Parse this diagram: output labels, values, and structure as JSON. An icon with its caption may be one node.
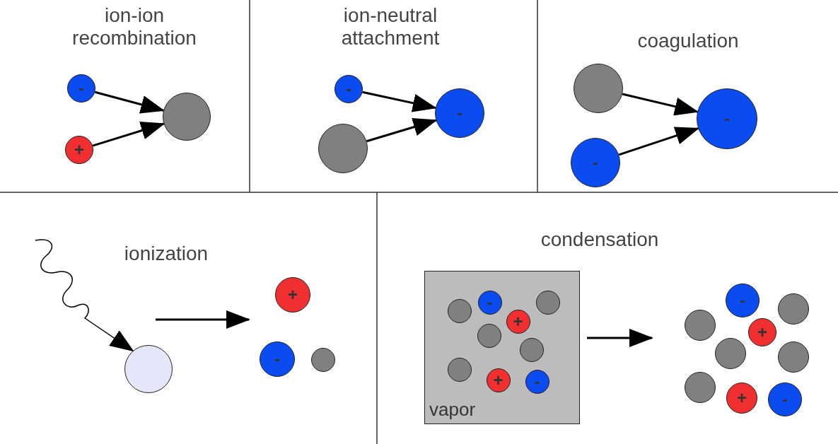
{
  "diagram": {
    "nodes": [
      {
        "text": [
          "-"
        ]
      },
      {
        "text": [
          "+"
        ]
      },
      {
        "text": [],
        "shape": "circle"
      },
      {
        "text": [
          "-"
        ]
      },
      {
        "text": [],
        "shape": "circle"
      },
      {
        "text": [
          "-"
        ]
      },
      {
        "text": [],
        "shape": "circle"
      },
      {
        "text": [
          "-"
        ]
      },
      {
        "text": [
          "-"
        ]
      },
      {
        "text": [],
        "shape": "circle"
      },
      {
        "text": [
          "+"
        ]
      },
      {
        "text": [
          "-"
        ]
      },
      {
        "text": [],
        "shape": "circle"
      },
      {
        "text": [
          "vapor"
        ]
      },
      {
        "text": [],
        "shape": "circle",
        "in": 13
      },
      {
        "text": [
          "-"
        ],
        "in": 13
      },
      {
        "text": [],
        "shape": "circle",
        "in": 13
      },
      {
        "text": [
          "+"
        ],
        "in": 13
      },
      {
        "text": [],
        "shape": "circle",
        "in": 13
      },
      {
        "text": [],
        "shape": "circle",
        "in": 13
      },
      {
        "text": [],
        "shape": "circle",
        "in": 13
      },
      {
        "text": [
          "+"
        ],
        "in": 13
      },
      {
        "text": [
          "-"
        ],
        "in": 13
      },
      {
        "text": [
          "-"
        ]
      },
      {
        "text": [],
        "shape": "circle"
      },
      {
        "text": [],
        "shape": "circle"
      },
      {
        "text": [
          "+"
        ]
      },
      {
        "text": [],
        "shape": "circle"
      },
      {
        "text": [],
        "shape": "circle"
      },
      {
        "text": [],
        "shape": "circle"
      },
      {
        "text": [
          "+"
        ]
      },
      {
        "text": [
          "-"
        ]
      }
    ],
    "edges": [
      {
        "from": 0,
        "to": 2,
        "arrow": "to"
      },
      {
        "from": 1,
        "to": 2,
        "arrow": "to"
      },
      {
        "from": 3,
        "to": 5,
        "arrow": "to"
      },
      {
        "from": 4,
        "to": 5,
        "arrow": "to"
      },
      {
        "from": 6,
        "to": 8,
        "arrow": "to"
      },
      {
        "from": 7,
        "to": 8,
        "arrow": "to"
      },
      {
        "from": null,
        "to": 9,
        "arrow": "to"
      },
      {
        "from": 13,
        "to": null,
        "arrow": "to"
      }
    ],
    "labels": [
      "ion-ion recombination",
      "ion-neutral attachment",
      "coagulation",
      "ionization",
      "condensation"
    ]
  }
}
